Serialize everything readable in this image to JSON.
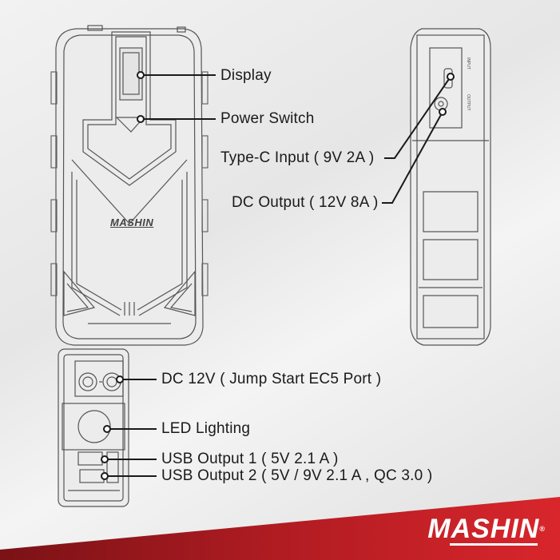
{
  "labels": {
    "display": "Display",
    "power_switch": "Power Switch",
    "type_c_input": "Type-C Input ( 9V 2A )",
    "dc_output": "DC Output ( 12V 8A )",
    "dc_12v": "DC 12V ( Jump Start EC5 Port )",
    "led_lighting": "LED Lighting",
    "usb_output_1": "USB Output 1 ( 5V 2.1 A )",
    "usb_output_2": "USB Output 2 ( 5V / 9V 2.1 A , QC 3.0 )"
  },
  "brand": {
    "logo_text": "MASHIN",
    "body_logo_text": "MASHIN",
    "registered": "®",
    "accent_color": "#c8202a",
    "accent_dark": "#8a1418"
  },
  "icons": {
    "front_view": "jump-starter-front-icon",
    "side_view": "jump-starter-side-icon",
    "end_view": "jump-starter-end-icon"
  }
}
